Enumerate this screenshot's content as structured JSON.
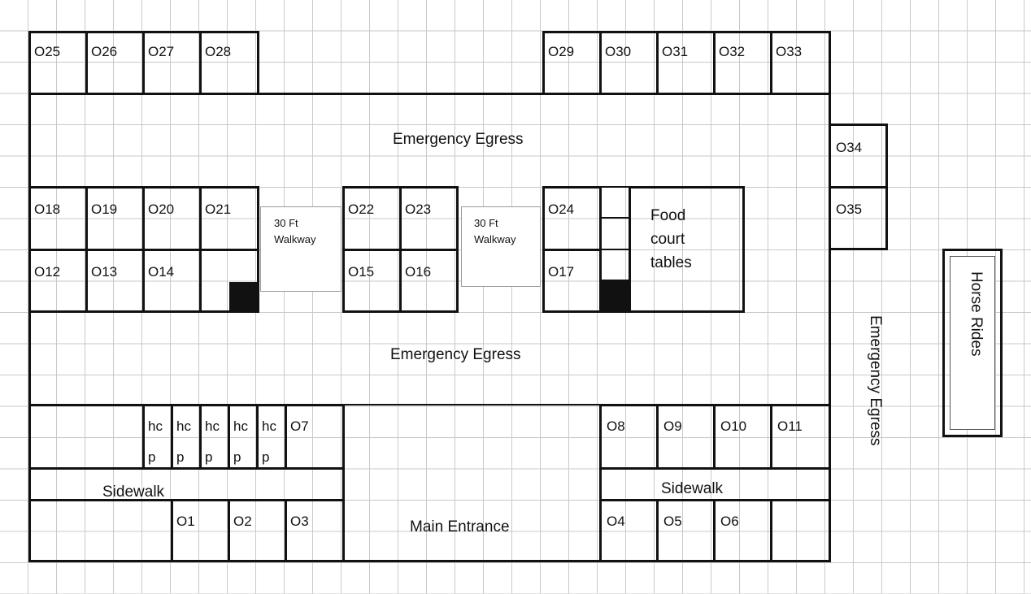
{
  "stalls": {
    "o25": "O25",
    "o26": "O26",
    "o27": "O27",
    "o28": "O28",
    "o29": "O29",
    "o30": "O30",
    "o31": "O31",
    "o32": "O32",
    "o33": "O33",
    "o34": "O34",
    "o35": "O35",
    "o18": "O18",
    "o19": "O19",
    "o20": "O20",
    "o21": "O21",
    "o12": "O12",
    "o13": "O13",
    "o14": "O14",
    "o22": "O22",
    "o23": "O23",
    "o15": "O15",
    "o16": "O16",
    "o24": "O24",
    "o17": "O17",
    "o7": "O7",
    "o8": "O8",
    "o9": "O9",
    "o10": "O10",
    "o11": "O11",
    "o1": "O1",
    "o2": "O2",
    "o3": "O3",
    "o4": "O4",
    "o5": "O5",
    "o6": "O6"
  },
  "hcp": {
    "top": "hc",
    "bottom": "p"
  },
  "labels": {
    "egress_top": "Emergency Egress",
    "egress_middle": "Emergency Egress",
    "egress_right": "Emergency Egress",
    "walkway_1_line1": "30 Ft",
    "walkway_1_line2": "Walkway",
    "walkway_2_line1": "30 Ft",
    "walkway_2_line2": "Walkway",
    "food_court_line1": "Food",
    "food_court_line2": "court",
    "food_court_line3": "tables",
    "sidewalk_left": "Sidewalk",
    "sidewalk_right": "Sidewalk",
    "main_entrance": "Main Entrance",
    "horse_rides": "Horse Rides"
  }
}
